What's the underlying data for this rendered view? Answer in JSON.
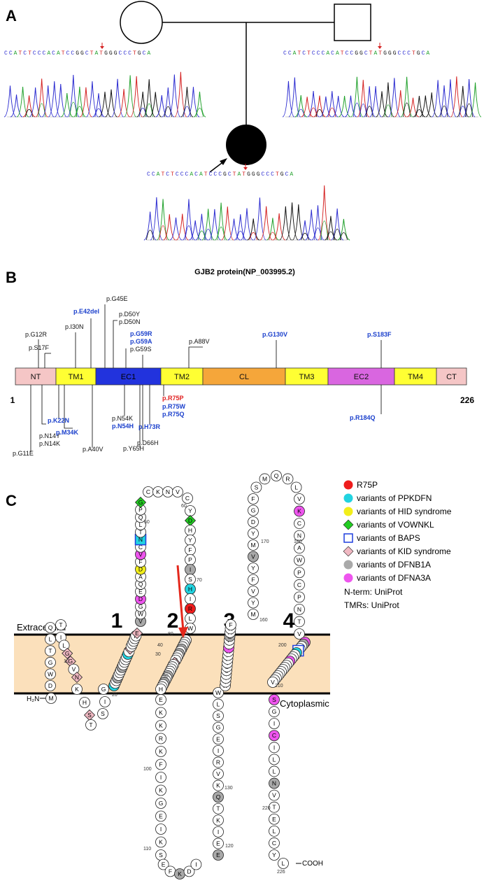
{
  "panels": {
    "a": "A",
    "b": "B",
    "c": "C"
  },
  "panel_a": {
    "father_seq": "CCATCTCCCACATCCGGCTATGGGCCCTGCA",
    "mother_seq": "CCATCTCCCACATCCGGCTATGGGCCCTGCA",
    "proband_seq": "CCATCTCCCACATCCCGCTATGGGCCCTGCA",
    "colors": {
      "A": "#1fa02a",
      "C": "#2b2bd0",
      "G": "#111111",
      "T": "#d42020"
    }
  },
  "panel_b": {
    "title": "GJB2 protein(NP_003995.2)",
    "start": "1",
    "end": "226",
    "domains": [
      {
        "label": "NT",
        "color": "#f5c6c6"
      },
      {
        "label": "TM1",
        "color": "#ffff33"
      },
      {
        "label": "EC1",
        "color": "#2233dd"
      },
      {
        "label": "TM2",
        "color": "#ffff33"
      },
      {
        "label": "CL",
        "color": "#f5a63a"
      },
      {
        "label": "TM3",
        "color": "#ffff33"
      },
      {
        "label": "EC2",
        "color": "#d966e0"
      },
      {
        "label": "TM4",
        "color": "#ffff33"
      },
      {
        "label": "CT",
        "color": "#f5c6c6"
      }
    ],
    "variants_above": [
      {
        "text": "p.G12R",
        "color": "#111111"
      },
      {
        "text": "p.S17F",
        "color": "#111111"
      },
      {
        "text": "p.I30N",
        "color": "#111111"
      },
      {
        "text": "p.E42del",
        "color": "#1a3fcc"
      },
      {
        "text": "p.G45E",
        "color": "#111111"
      },
      {
        "text": "p.D50Y",
        "color": "#111111"
      },
      {
        "text": "p.D50N",
        "color": "#111111"
      },
      {
        "text": "p.G59R",
        "color": "#1a3fcc"
      },
      {
        "text": "p.G59A",
        "color": "#1a3fcc"
      },
      {
        "text": "p.G59S",
        "color": "#111111"
      },
      {
        "text": "p.A88V",
        "color": "#111111"
      },
      {
        "text": "p.G130V",
        "color": "#1a3fcc"
      },
      {
        "text": "p.S183F",
        "color": "#1a3fcc"
      }
    ],
    "variants_below": [
      {
        "text": "p.K22N",
        "color": "#1a3fcc"
      },
      {
        "text": "p.N14Y",
        "color": "#111111"
      },
      {
        "text": "p.N14K",
        "color": "#111111"
      },
      {
        "text": "p.G11E",
        "color": "#111111"
      },
      {
        "text": "p.M34K",
        "color": "#1a3fcc"
      },
      {
        "text": "p.A40V",
        "color": "#111111"
      },
      {
        "text": "p.N54K",
        "color": "#111111"
      },
      {
        "text": "p.N54H",
        "color": "#1a3fcc"
      },
      {
        "text": "p.Y65H",
        "color": "#111111"
      },
      {
        "text": "p.D66H",
        "color": "#111111"
      },
      {
        "text": "p.H73R",
        "color": "#1a3fcc"
      },
      {
        "text": "p.R75P",
        "color": "#e02020"
      },
      {
        "text": "p.R75W",
        "color": "#1a3fcc"
      },
      {
        "text": "p.R75Q",
        "color": "#1a3fcc"
      },
      {
        "text": "p.R184Q",
        "color": "#1a3fcc"
      }
    ]
  },
  "panel_c": {
    "extracellular": "Extracellular",
    "cytoplasmic": "Cytoplasmic",
    "tm_numbers": [
      "1",
      "2",
      "3",
      "4"
    ],
    "n_term": "H₂N",
    "c_term": "COOH",
    "legend": [
      {
        "label": "R75P",
        "color": "#ee1c1c",
        "shape": "circle"
      },
      {
        "label": "variants of PPKDFN",
        "color": "#22d3e0",
        "shape": "circle"
      },
      {
        "label": "variants of HID syndrome",
        "color": "#f2ee1a",
        "shape": "circle"
      },
      {
        "label": "variants of VOWNKL",
        "color": "#22cc22",
        "shape": "diamond"
      },
      {
        "label": "variants of BAPS",
        "color": "#1f3fdd",
        "shape": "square"
      },
      {
        "label": "variants of KID syndrome",
        "color": "#f0b8c2",
        "shape": "diamond"
      },
      {
        "label": "variants of DFNB1A",
        "color": "#a9a9a9",
        "shape": "circle"
      },
      {
        "label": "variants of DFNA3A",
        "color": "#ee55ee",
        "shape": "circle"
      }
    ],
    "notes": [
      "N-term: UniProt",
      "TMRs: UniProt"
    ],
    "residue_numbers": [
      "10",
      "20",
      "30",
      "40",
      "50",
      "60",
      "70",
      "80",
      "90",
      "100",
      "110",
      "120",
      "130",
      "160",
      "170",
      "180",
      "200",
      "210",
      "220",
      "226"
    ],
    "sequence": "MDWGTLQTILGGVNKHSTSIGKIWLTVLFIFRIMILVVAAKEVWGDEQADFVCNTLQPGCKNVCYDHYFPISHIRLWALQLIFVSTPALLVAMHVAYRRHEKKRKFIKGEIKSEFKDIEEIKTQKVRIEGSLWWTYTSSIFFRVIFEAAFMYVFYVMYDGFSMQRLVKCNAWPCPNTVDCFVSRPTEKTVFTVFMIAVSGICILLNVTELCYLLIRYCSGKSKKPV"
  }
}
